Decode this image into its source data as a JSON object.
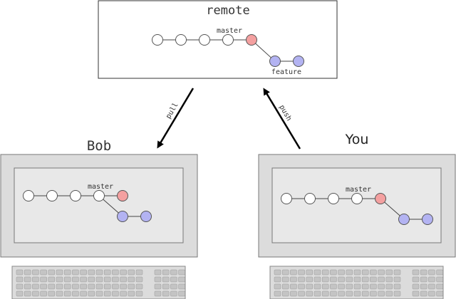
{
  "remote": {
    "title": "remote",
    "master_label": "master",
    "feature_label": "feature"
  },
  "arrows": {
    "pull_label": "pull",
    "push_label": "push"
  },
  "bob": {
    "name": "Bob",
    "master_label": "master"
  },
  "you": {
    "name": "You",
    "master_label": "master"
  },
  "colors": {
    "commit_white": "#ffffff",
    "commit_red": "#f4a0a0",
    "commit_blue": "#b3b3f2",
    "screen_bg": "#e8e8e8",
    "monitor_frame": "#dcdcdc"
  }
}
